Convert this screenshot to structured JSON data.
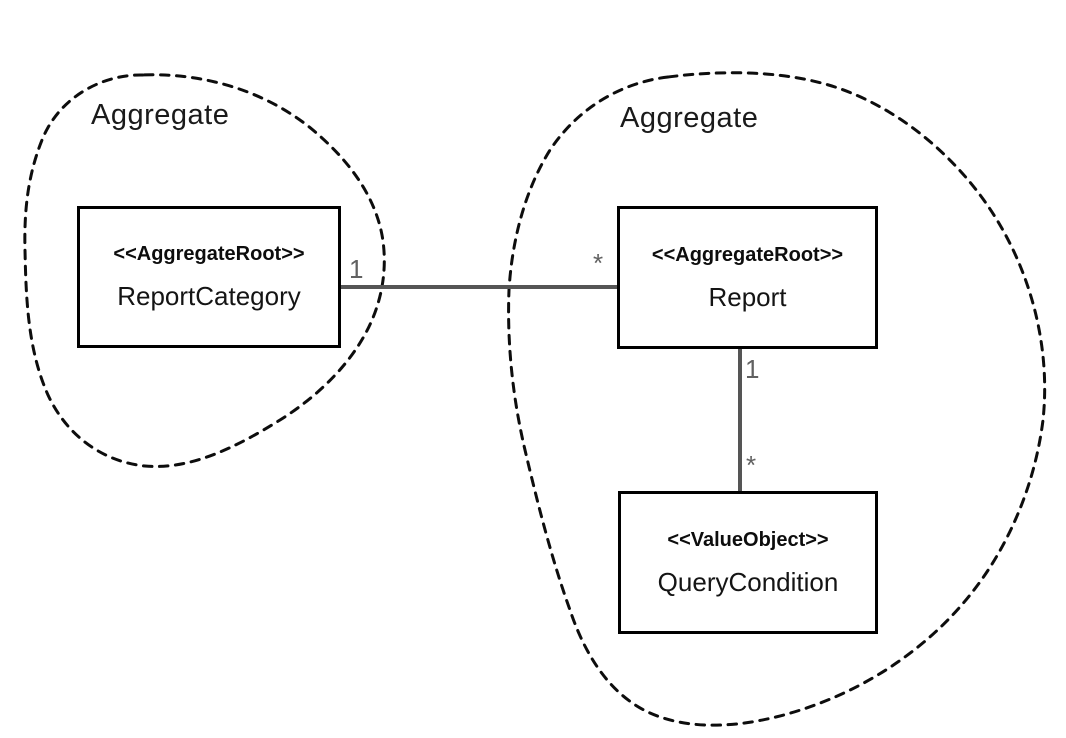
{
  "diagram": {
    "aggregates": [
      {
        "label": "Aggregate",
        "entities": [
          {
            "stereotype": "<<AggregateRoot>>",
            "name": "ReportCategory"
          }
        ]
      },
      {
        "label": "Aggregate",
        "entities": [
          {
            "stereotype": "<<AggregateRoot>>",
            "name": "Report"
          },
          {
            "stereotype": "<<ValueObject>>",
            "name": "QueryCondition"
          }
        ]
      }
    ],
    "associations": [
      {
        "from": "ReportCategory",
        "to": "Report",
        "from_multiplicity": "1",
        "to_multiplicity": "*"
      },
      {
        "from": "Report",
        "to": "QueryCondition",
        "from_multiplicity": "1",
        "to_multiplicity": "*"
      }
    ],
    "colors": {
      "boundary_stroke": "#0d0d0d",
      "box_border": "#000000",
      "association_line": "#555555",
      "multiplicity_text": "#616161",
      "background": "#ffffff"
    }
  }
}
